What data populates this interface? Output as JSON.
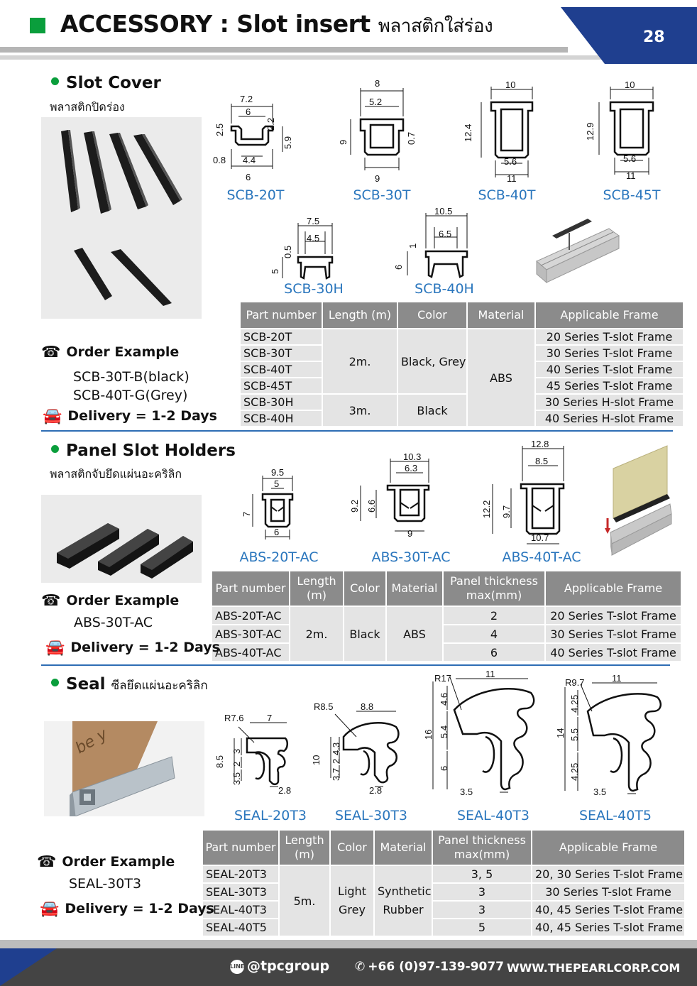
{
  "header": {
    "title": "ACCESSORY : Slot insert",
    "title_th": "พลาสติกใส่ร่อง",
    "page": "28"
  },
  "slot_cover": {
    "title": "Slot Cover",
    "subtitle": "พลาสติกปิดร่อง",
    "profiles": [
      {
        "name": "SCB-20T",
        "dims": [
          "7.2",
          "6",
          "2.5",
          "2.2",
          "5.9",
          "0.8",
          "4.4",
          "6"
        ]
      },
      {
        "name": "SCB-30T",
        "dims": [
          "8",
          "5.2",
          "9",
          "0.7",
          "9"
        ]
      },
      {
        "name": "SCB-40T",
        "dims": [
          "10",
          "12.4",
          "5.6",
          "11"
        ]
      },
      {
        "name": "SCB-45T",
        "dims": [
          "10",
          "12.9",
          "5.6",
          "11"
        ]
      },
      {
        "name": "SCB-30H",
        "dims": [
          "7.5",
          "4.5",
          "0.5",
          "5"
        ]
      },
      {
        "name": "SCB-40H",
        "dims": [
          "10.5",
          "6.5",
          "1",
          "6"
        ]
      }
    ],
    "table": {
      "headers": [
        "Part number",
        "Length (m)",
        "Color",
        "Material",
        "Applicable Frame"
      ],
      "parts": [
        "SCB-20T",
        "SCB-30T",
        "SCB-40T",
        "SCB-45T",
        "SCB-30H",
        "SCB-40H"
      ],
      "length_a": "2m.",
      "length_b": "3m.",
      "color_a": "Black, Grey",
      "color_b": "Black",
      "material": "ABS",
      "frames": [
        "20 Series T-slot Frame",
        "30 Series T-slot Frame",
        "40 Series T-slot Frame",
        "45 Series T-slot Frame",
        "30 Series H-slot Frame",
        "40 Series H-slot Frame"
      ]
    },
    "order_label": "Order Example",
    "order_examples": [
      "SCB-30T-B(black)",
      "SCB-40T-G(Grey)"
    ],
    "delivery": "Delivery  = 1-2 Days"
  },
  "panel_holders": {
    "title": "Panel Slot Holders",
    "subtitle": "พลาสติกจับยึดแผ่นอะคริลิก",
    "profiles": [
      {
        "name": "ABS-20T-AC",
        "dims": [
          "9.5",
          "5",
          "7",
          "6"
        ]
      },
      {
        "name": "ABS-30T-AC",
        "dims": [
          "10.3",
          "6.3",
          "9.2",
          "6.6",
          "9"
        ]
      },
      {
        "name": "ABS-40T-AC",
        "dims": [
          "12.8",
          "8.5",
          "12.2",
          "9.7",
          "10.7"
        ]
      }
    ],
    "table": {
      "headers": [
        "Part number",
        "Length (m)",
        "Color",
        "Material",
        "Panel thickness max(mm)",
        "Applicable Frame"
      ],
      "parts": [
        "ABS-20T-AC",
        "ABS-30T-AC",
        "ABS-40T-AC"
      ],
      "length": "2m.",
      "color": "Black",
      "material": "ABS",
      "thickness": [
        "2",
        "4",
        "6"
      ],
      "frames": [
        "20 Series T-slot Frame",
        "30 Series T-slot Frame",
        "40 Series T-slot Frame"
      ]
    },
    "order_label": "Order Example",
    "order_examples": [
      "ABS-30T-AC"
    ],
    "delivery": "Delivery  = 1-2 Days"
  },
  "seal": {
    "title": "Seal",
    "subtitle": "ซีลยึดแผ่นอะคริลิก",
    "profiles": [
      {
        "name": "SEAL-20T3",
        "dims": [
          "R7.6",
          "7",
          "8.5",
          "3",
          "2",
          "3.5",
          "2.8"
        ]
      },
      {
        "name": "SEAL-30T3",
        "dims": [
          "R8.5",
          "8.8",
          "10",
          "4.3",
          "2",
          "3.7",
          "2.8"
        ]
      },
      {
        "name": "SEAL-40T3",
        "dims": [
          "R17",
          "11",
          "16",
          "4.6",
          "5.4",
          "6",
          "3.5"
        ]
      },
      {
        "name": "SEAL-40T5",
        "dims": [
          "R9.7",
          "11",
          "14",
          "4.25",
          "5.5",
          "4.25",
          "3.5"
        ]
      }
    ],
    "table": {
      "headers": [
        "Part number",
        "Length (m)",
        "Color",
        "Material",
        "Panel thickness max(mm)",
        "Applicable Frame"
      ],
      "parts": [
        "SEAL-20T3",
        "SEAL-30T3",
        "SEAL-40T3",
        "SEAL-40T5"
      ],
      "length": "5m.",
      "color": "Light Grey",
      "material": "Synthetic Rubber",
      "thickness": [
        "3, 5",
        "3",
        "3",
        "5"
      ],
      "frames": [
        "20, 30 Series T-slot Frame",
        "30 Series T-slot Frame",
        "40, 45 Series T-slot Frame",
        "40, 45 Series T-slot Frame"
      ]
    },
    "order_label": "Order Example",
    "order_examples": [
      "SEAL-30T3"
    ],
    "delivery": "Delivery  = 1-2 Days"
  },
  "footer": {
    "line": "@tpcgroup",
    "phone": "+66 (0)97-139-9077",
    "web": "WWW.THEPEARLCORP.COM"
  },
  "colors": {
    "accent_green": "#0a9e3c",
    "accent_blue": "#2a76bd",
    "navy": "#1f3f8f",
    "table_header": "#8b8b8b",
    "table_cell": "#e4e4e4"
  },
  "icons": [
    "phone-icon",
    "car-icon",
    "line-icon",
    "phone-circle-icon"
  ]
}
